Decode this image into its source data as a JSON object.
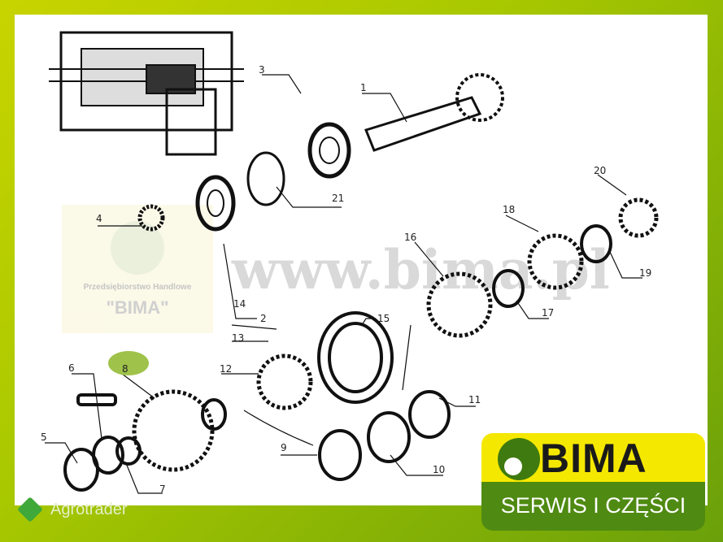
{
  "watermark": {
    "url": "www.bima.pl",
    "company_line": "Przedsiębiorstwo Handlowe",
    "company_name": "\"BIMA\""
  },
  "diagram": {
    "part_labels": [
      "1",
      "2",
      "3",
      "4",
      "5",
      "6",
      "7",
      "8",
      "9",
      "10",
      "11",
      "12",
      "13",
      "14",
      "15",
      "16",
      "17",
      "18",
      "19",
      "20",
      "21"
    ]
  },
  "badge": {
    "brand": "BIMA",
    "tagline": "SERWIS I CZĘŚCI"
  },
  "site": {
    "name": "Agrotrader"
  },
  "colors": {
    "badge_yellow": "#f5e800",
    "badge_green": "#4f8a12",
    "frame_green": "#8ab800"
  }
}
